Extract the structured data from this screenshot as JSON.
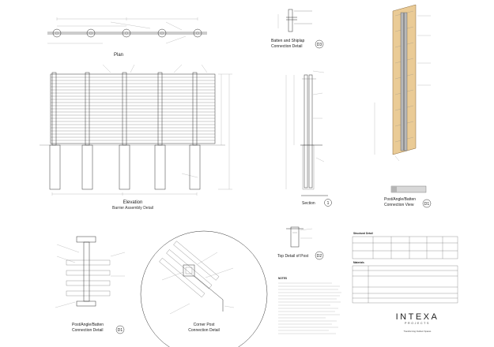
{
  "drawings": {
    "plan": {
      "title": "Plan"
    },
    "elevation": {
      "title": "Elevation",
      "subtitle": "Barrier Assembly Detail"
    },
    "d3": {
      "title": "Batten and Shiplap",
      "subtitle": "Connection Detail",
      "ref": "D3"
    },
    "section": {
      "title": "Section",
      "ref": "1"
    },
    "d2": {
      "title": "Top Detail of Post",
      "ref": "D2"
    },
    "view": {
      "title": "Post/Angle/Batten",
      "subtitle": "Connection View",
      "ref": "D1"
    },
    "d1a": {
      "title": "Post/Angle/Batten",
      "subtitle": "Connection Detail",
      "ref": "D1"
    },
    "corner": {
      "title": "Corner Post",
      "subtitle": "Connection Detail"
    }
  },
  "notes": {
    "heading": "NOTES"
  },
  "structural": {
    "heading": "Structural Detail"
  },
  "materials": {
    "heading": "Materials"
  },
  "brand": {
    "name": "INTEXA",
    "sub": "PROJECTS",
    "tagline": "Transforming Outdoor Spaces"
  }
}
